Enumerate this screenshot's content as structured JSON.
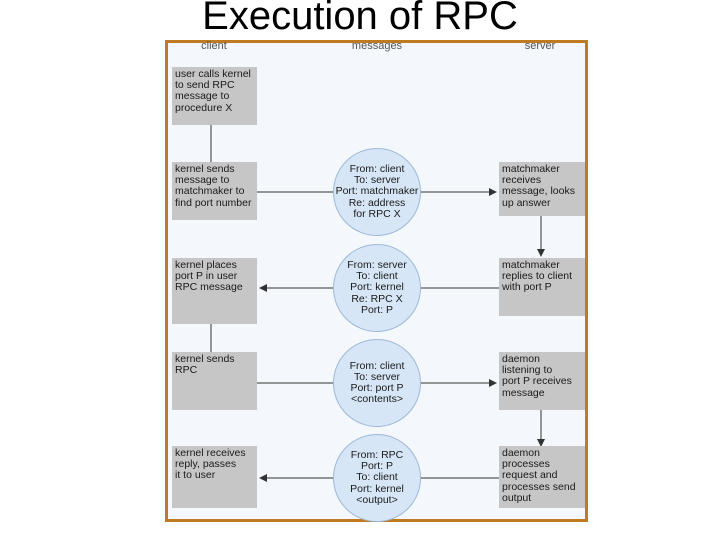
{
  "title": "Execution of RPC",
  "columns": {
    "client": "client",
    "messages": "messages",
    "server": "server"
  },
  "client_steps": [
    [
      "user calls kernel",
      "to send RPC",
      "message to",
      "procedure X"
    ],
    [
      "kernel sends",
      "message to",
      "matchmaker to",
      "find port number"
    ],
    [
      "kernel places",
      "port P in user",
      "RPC message"
    ],
    [
      "kernel sends",
      "RPC"
    ],
    [
      "kernel receives",
      "reply, passes",
      "it to user"
    ]
  ],
  "messages": [
    [
      "From: client",
      "To: server",
      "Port: matchmaker",
      "Re: address",
      "for RPC X"
    ],
    [
      "From: server",
      "To: client",
      "Port: kernel",
      "Re: RPC X",
      "Port: P"
    ],
    [
      "From: client",
      "To: server",
      "Port: port P",
      "<contents>"
    ],
    [
      "From: RPC",
      "Port: P",
      "To: client",
      "Port: kernel",
      "<output>"
    ]
  ],
  "server_steps": [
    [
      "matchmaker",
      "receives",
      "message, looks",
      "up answer"
    ],
    [
      "matchmaker",
      "replies to client",
      "with port P"
    ],
    [
      "daemon",
      "listening to",
      "port P receives",
      "message"
    ],
    [
      "daemon",
      "processes",
      "request and",
      "processes send",
      "output"
    ]
  ],
  "colors": {
    "frame_border": "#c07a22",
    "box_fill": "#c6c6c6",
    "message_fill": "#d6e6f6",
    "line": "#333333"
  }
}
